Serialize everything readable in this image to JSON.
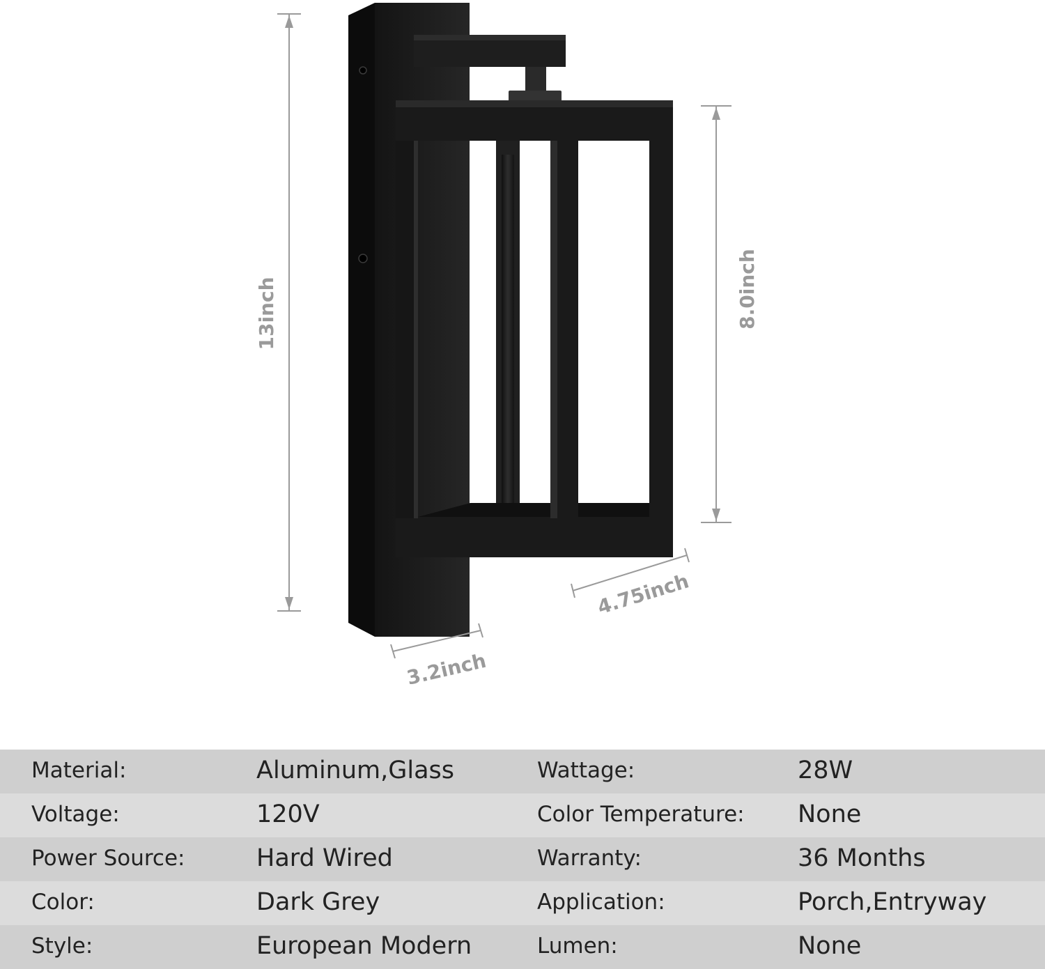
{
  "dimensions": {
    "height_total": "13inch",
    "height_shade": "8.0inch",
    "width_shade": "4.75inch",
    "depth_base": "3.2inch"
  },
  "specs": {
    "rows": [
      {
        "label_left": "Material:",
        "value_left": "Aluminum,Glass",
        "label_right": "Wattage:",
        "value_right": "28W"
      },
      {
        "label_left": "Voltage:",
        "value_left": "120V",
        "label_right": "Color Temperature:",
        "value_right": "None"
      },
      {
        "label_left": "Power Source:",
        "value_left": "Hard Wired",
        "label_right": "Warranty:",
        "value_right": "36 Months"
      },
      {
        "label_left": "Color:",
        "value_left": "Dark Grey",
        "label_right": "Application:",
        "value_right": "Porch,Entryway"
      },
      {
        "label_left": "Style:",
        "value_left": "European Modern",
        "label_right": "Lumen:",
        "value_right": "None"
      }
    ]
  },
  "colors": {
    "fixture": "#1c1c1c",
    "dimension_lines": "#9a9a9a",
    "table_row_dark": "#cfcfcf",
    "table_row_light": "#dcdcdc"
  }
}
